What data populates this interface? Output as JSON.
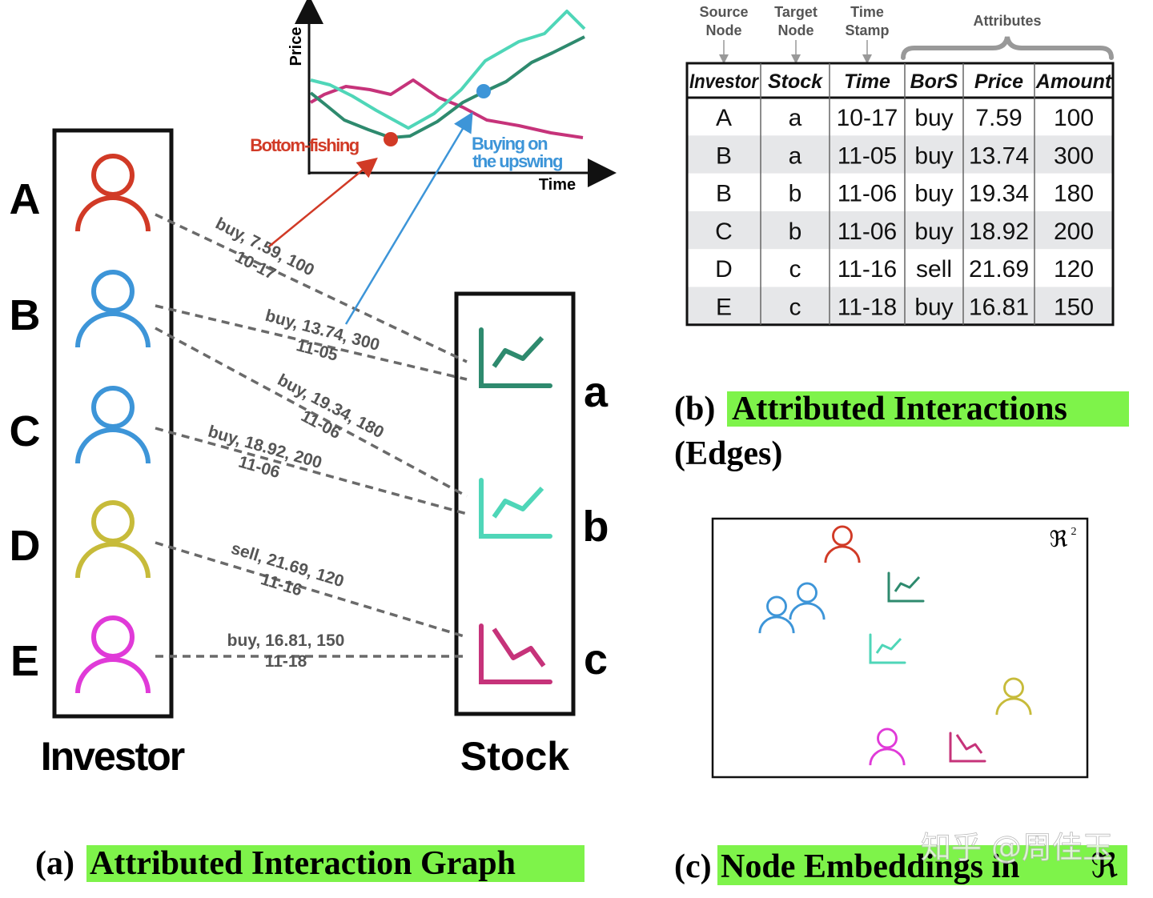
{
  "colors": {
    "investor_A": "#d13a26",
    "investor_B": "#3d95d8",
    "investor_C": "#3d95d8",
    "investor_D": "#c7bb3a",
    "investor_E": "#e03ad8",
    "stock_a": "#2e8a6e",
    "stock_b": "#4fd6b8",
    "stock_c": "#c6337a",
    "highlight": "#7ef34a",
    "edge": "#6a6a6a",
    "table_row_alt": "#e6e7e9"
  },
  "graph": {
    "investors": [
      {
        "id": "A",
        "label": "A",
        "icon": "person-icon"
      },
      {
        "id": "B",
        "label": "B",
        "icon": "person-icon"
      },
      {
        "id": "C",
        "label": "C",
        "icon": "person-icon"
      },
      {
        "id": "D",
        "label": "D",
        "icon": "person-icon"
      },
      {
        "id": "E",
        "label": "E",
        "icon": "person-icon"
      }
    ],
    "stocks": [
      {
        "id": "a",
        "label": "a",
        "icon": "stock-chart-icon"
      },
      {
        "id": "b",
        "label": "b",
        "icon": "stock-chart-icon"
      },
      {
        "id": "c",
        "label": "c",
        "icon": "stock-chart-icon"
      }
    ],
    "investor_caption": "Investor",
    "stock_caption": "Stock",
    "edges": [
      {
        "from": "A",
        "to": "a",
        "line1": "buy, 7.59, 100",
        "line2": "10-17"
      },
      {
        "from": "B",
        "to": "a",
        "line1": "buy, 13.74, 300",
        "line2": "11-05"
      },
      {
        "from": "B",
        "to": "b",
        "line1": "buy, 19.34, 180",
        "line2": "11-06"
      },
      {
        "from": "C",
        "to": "b",
        "line1": "buy, 18.92, 200",
        "line2": "11-06"
      },
      {
        "from": "D",
        "to": "c",
        "line1": "sell, 21.69, 120",
        "line2": "11-16"
      },
      {
        "from": "E",
        "to": "c",
        "line1": "buy, 16.81, 150",
        "line2": "11-18"
      }
    ]
  },
  "price_inset": {
    "ylabel": "Price",
    "xlabel": "Time",
    "annotation_bottom": "Bottom-fishing",
    "annotation_upswing_1": "Buying on",
    "annotation_upswing_2": "the upswing"
  },
  "table": {
    "group_labels": {
      "source": [
        "Source",
        "Node"
      ],
      "target": [
        "Target",
        "Node"
      ],
      "time": [
        "Time",
        "Stamp"
      ],
      "attributes": "Attributes"
    },
    "columns": [
      "Investor",
      "Stock",
      "Time",
      "BorS",
      "Price",
      "Amount"
    ],
    "rows": [
      [
        "A",
        "a",
        "10-17",
        "buy",
        "7.59",
        "100"
      ],
      [
        "B",
        "a",
        "11-05",
        "buy",
        "13.74",
        "300"
      ],
      [
        "B",
        "b",
        "11-06",
        "buy",
        "19.34",
        "180"
      ],
      [
        "C",
        "b",
        "11-06",
        "buy",
        "18.92",
        "200"
      ],
      [
        "D",
        "c",
        "11-16",
        "sell",
        "21.69",
        "120"
      ],
      [
        "E",
        "c",
        "11-18",
        "buy",
        "16.81",
        "150"
      ]
    ]
  },
  "captions": {
    "a_prefix": "(a)",
    "a_title": "Attributed Interaction Graph",
    "b_prefix": "(b)",
    "b_title": "Attributed Interactions",
    "b_title_2": "(Edges)",
    "c_prefix": "(c)",
    "c_title": "Node Embeddings in",
    "c_space": "ℜ"
  },
  "embedding_space": {
    "label": "ℜ",
    "label_exp": "2"
  },
  "watermark": "知乎 @周佳玉"
}
